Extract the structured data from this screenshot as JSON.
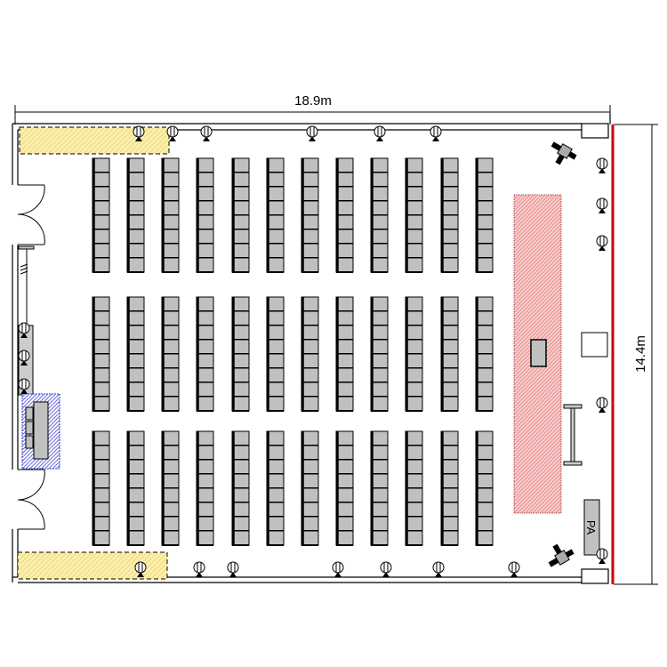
{
  "dimensions": {
    "width_label": "18.9m",
    "height_label": "14.4m"
  },
  "seating": {
    "columns": 12,
    "blocks": 3,
    "chairs_per_column_block": 8
  },
  "labels": {
    "pa": "PA"
  },
  "colors": {
    "stage": "#e88a8a",
    "yellow_zone": "#f5e27a",
    "blue_zone": "#3a3ad0",
    "chair": "#c0c0c0",
    "screen_wall": "#cc0000"
  }
}
